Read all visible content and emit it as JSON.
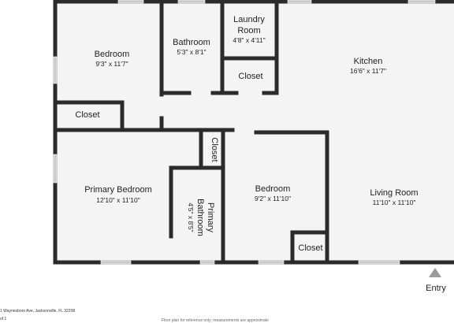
{
  "rooms": {
    "bedroom_nw": {
      "name": "Bedroom",
      "dim": "9'3\" x 11'7\""
    },
    "bathroom": {
      "name": "Bathroom",
      "dim": "5'3\" x 8'1\""
    },
    "laundry": {
      "name_line1": "Laundry",
      "name_line2": "Room",
      "dim": "4'8\" x 4'11\""
    },
    "laundry_closet": {
      "name": "Closet"
    },
    "kitchen": {
      "name": "Kitchen",
      "dim": "16'6\" x 11'7\""
    },
    "bedroom_nw_closet": {
      "name": "Closet"
    },
    "primary_closet": {
      "name": "Closet"
    },
    "primary_bedroom": {
      "name": "Primary Bedroom",
      "dim": "12'10\" x 11'10\""
    },
    "primary_bathroom": {
      "name_line1": "Primary",
      "name_line2": "Bathroom",
      "dim": "4'5\" x 8'5\""
    },
    "bedroom_se": {
      "name": "Bedroom",
      "dim": "9'2\" x 11'10\""
    },
    "bedroom_se_closet": {
      "name": "Closet"
    },
    "living_room": {
      "name": "Living Room",
      "dim": "11'10\" x 11'10\""
    }
  },
  "entry": {
    "label": "Entry"
  },
  "footer": {
    "address": "1 Waynesboro Ave, Jacksonville, FL 32208",
    "page": "of 1",
    "disclaimer": "Floor plan for reference only; measurements are approximate"
  },
  "colors": {
    "wall": "#2b2b2b",
    "floor": "#f4f4f4",
    "window": "#c9c9c9",
    "entry_marker": "#9a9a9a"
  }
}
